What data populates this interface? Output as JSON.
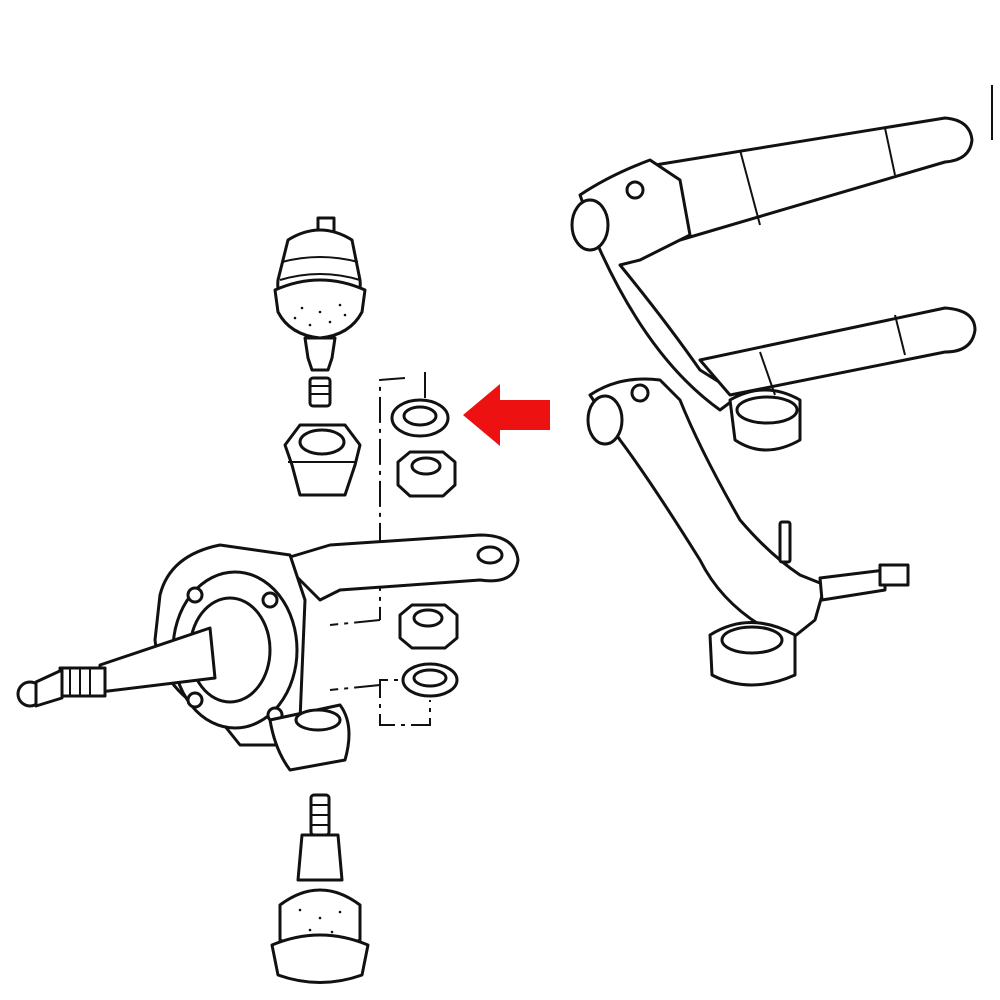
{
  "diagram": {
    "parts": [
      "upper-ball-joint",
      "castle-nut",
      "washer-upper",
      "hex-nut-upper",
      "steering-knuckle",
      "hex-nut-lower",
      "washer-lower",
      "lower-ball-joint",
      "upper-control-arm",
      "lower-control-arm",
      "cotter-pin"
    ],
    "highlighted_part": "washer-upper",
    "colors": {
      "line": "#111111",
      "background": "#ffffff",
      "arrow": "#ee1111"
    }
  }
}
